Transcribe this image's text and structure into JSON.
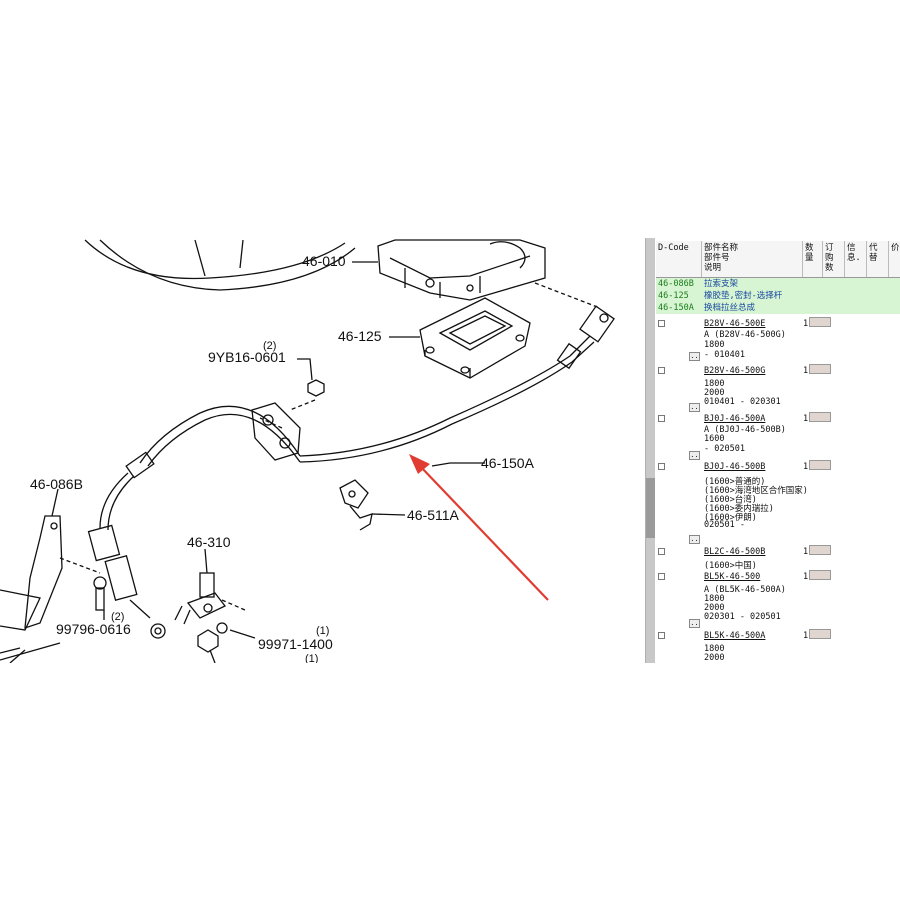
{
  "diagram": {
    "labels": {
      "l_46_010": "46-010",
      "l_46_125": "46-125",
      "l_9yb16_qty": "(2)",
      "l_9yb16": "9YB16-0601",
      "l_46_150a": "46-150A",
      "l_46_086b": "46-086B",
      "l_46_511a": "46-511A",
      "l_46_310": "46-310",
      "l_99796_qty": "(2)",
      "l_99796": "99796-0616",
      "l_99971_qty": "(1)",
      "l_99971": "99971-1400",
      "l_99971_qty2": "(1)"
    },
    "arrow_color": "#e03c31"
  },
  "panel": {
    "headers": {
      "dcode": "D-Code",
      "name": "部件名称\n部件号\n说明",
      "qty": "数\n量",
      "order": "订\n购\n数",
      "info": "信\n息.",
      "replace": "代\n替",
      "price": "价"
    },
    "categories": [
      {
        "code": "46-086B",
        "name": "拉索支架"
      },
      {
        "code": "46-125",
        "name": "橡胶垫,密封-选择杆"
      },
      {
        "code": "46-150A",
        "name": "换档拉丝总成"
      }
    ],
    "parts": [
      {
        "pno": "B28V-46-500E",
        "qty": "1",
        "lines": [
          "A (B28V-46-500G)",
          "1800",
          "      - 010401"
        ]
      },
      {
        "pno": "B28V-46-500G",
        "qty": "1",
        "lines": [
          "1800",
          "2000",
          "010401  - 020301"
        ]
      },
      {
        "pno": "BJ0J-46-500A",
        "qty": "1",
        "lines": [
          "A (BJ0J-46-500B)",
          "1600",
          "       - 020501"
        ]
      },
      {
        "pno": "BJ0J-46-500B",
        "qty": "1",
        "lines": [
          "(1600>普通的)",
          "(1600>海湾地区合作国家)",
          "(1600>台湾)",
          "(1600>委内瑞拉)",
          "(1600>伊朗)",
          "020501  -"
        ]
      },
      {
        "pno": "BL2C-46-500B",
        "qty": "1",
        "lines": [
          "(1600>中国)"
        ]
      },
      {
        "pno": "BL5K-46-500",
        "qty": "1",
        "lines": [
          "A (BL5K-46-500A)",
          "1800",
          "2000",
          "020301  - 020501"
        ]
      },
      {
        "pno": "BL5K-46-500A",
        "qty": "1",
        "lines": [
          "1800",
          "2000"
        ]
      }
    ],
    "dots_label": ".."
  }
}
